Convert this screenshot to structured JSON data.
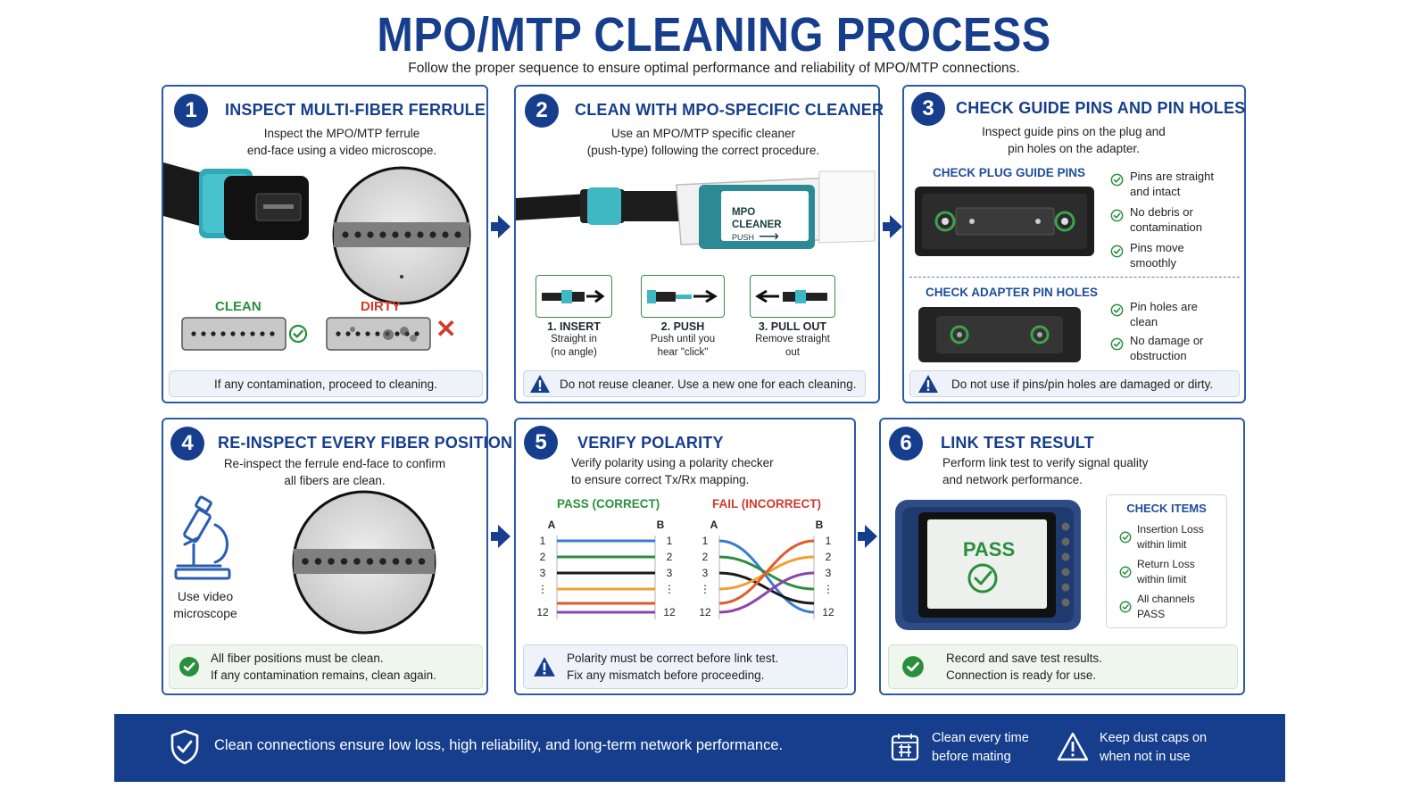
{
  "title": "MPO/MTP CLEANING PROCESS",
  "subtitle": "Follow the proper sequence to ensure optimal performance and reliability of MPO/MTP connections.",
  "colors": {
    "navy": "#163e8c",
    "pass_green": "#2a8f3c",
    "fail_red": "#d23a2a",
    "teal": "#3fb8c4"
  },
  "steps": [
    {
      "number": "1",
      "title": "INSPECT MULTI-FIBER FERRULE",
      "description": "Inspect the MPO/MTP ferrule\nend-face using a video microscope.",
      "clean_label": "CLEAN",
      "dirty_label": "DIRTY",
      "note": "If any contamination, proceed to cleaning."
    },
    {
      "number": "2",
      "title": "CLEAN WITH MPO-SPECIFIC CLEANER",
      "description": "Use an MPO/MTP specific cleaner\n(push-type) following the correct procedure.",
      "cleaner_label": "MPO\nCLEANER",
      "cleaner_push": "PUSH",
      "substeps": [
        {
          "title": "1. INSERT",
          "text": "Straight in\n(no angle)"
        },
        {
          "title": "2. PUSH",
          "text": "Push until you\nhear \"click\""
        },
        {
          "title": "3. PULL OUT",
          "text": "Remove straight\nout"
        }
      ],
      "note": "Do not reuse cleaner. Use a new one for each cleaning."
    },
    {
      "number": "3",
      "title": "CHECK GUIDE PINS AND PIN HOLES",
      "description": "Inspect guide pins on the plug and\npin holes on the adapter.",
      "plug_title": "CHECK PLUG GUIDE PINS",
      "plug_checks": [
        "Pins are straight\nand intact",
        "No debris or\ncontamination",
        "Pins move\nsmoothly"
      ],
      "adapter_title": "CHECK ADAPTER PIN HOLES",
      "adapter_checks": [
        "Pin holes are\nclean",
        "No damage or\nobstruction"
      ],
      "note": "Do not use if pins/pin holes are damaged or dirty."
    },
    {
      "number": "4",
      "title": "RE-INSPECT EVERY FIBER POSITION",
      "description": "Re-inspect the ferrule end-face to confirm\nall fibers are clean.",
      "scope_label": "Use video\nmicroscope",
      "note": "All fiber positions must be clean.\nIf any contamination remains, clean again."
    },
    {
      "number": "5",
      "title": "VERIFY POLARITY",
      "description": "Verify polarity using a polarity checker\nto ensure correct Tx/Rx mapping.",
      "pass_label": "PASS (CORRECT)",
      "fail_label": "FAIL (INCORRECT)",
      "end_a": "A",
      "end_b": "B",
      "positions": [
        "1",
        "2",
        "3",
        "⋮",
        "12"
      ],
      "note": "Polarity must be correct before link test.\nFix any mismatch before proceeding."
    },
    {
      "number": "6",
      "title": "LINK TEST RESULT",
      "description": "Perform link test to verify signal quality\nand network performance.",
      "screen_text": "PASS",
      "check_items_title": "CHECK ITEMS",
      "check_items": [
        "Insertion Loss\nwithin limit",
        "Return Loss\nwithin limit",
        "All channels\nPASS"
      ],
      "note": "Record and save test results.\nConnection is ready for use."
    }
  ],
  "footer": {
    "main": "Clean connections ensure low loss, high reliability, and long-term network performance.",
    "tip1": "Clean every time\nbefore mating",
    "tip2": "Keep dust caps on\nwhen not in use"
  }
}
